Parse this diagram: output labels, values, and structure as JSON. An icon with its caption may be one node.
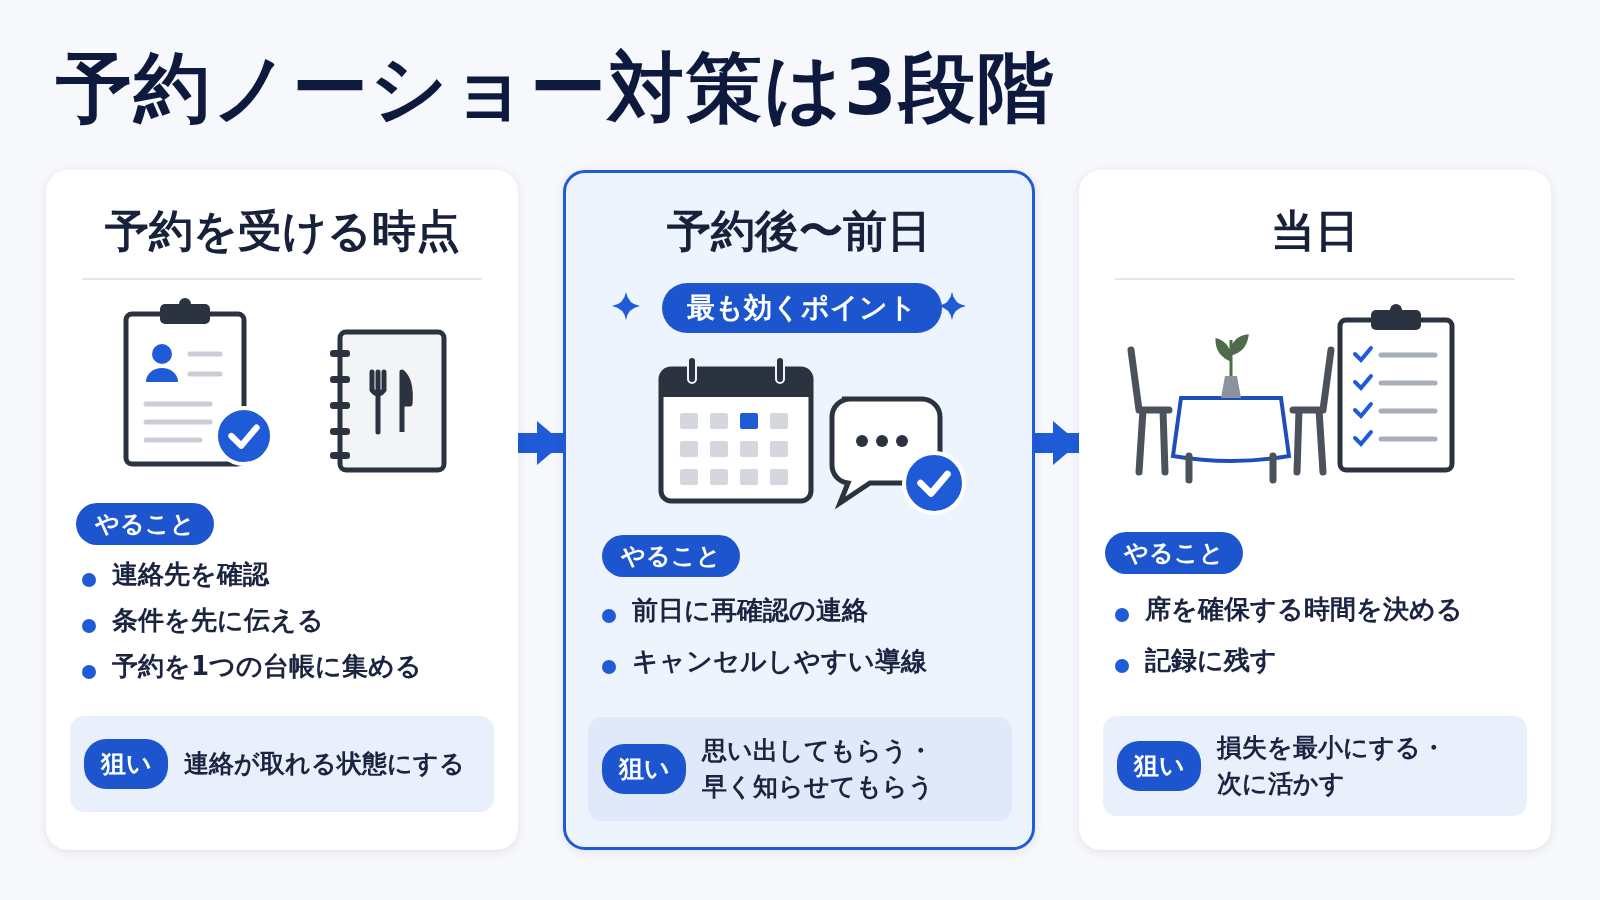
{
  "diagram": {
    "title": "予約ノーショー対策は3段階",
    "nodes": [
      {
        "text": [
          "予約を受ける時点",
          "連絡先を確認",
          "条件を先に伝える",
          "予約を1つの台帳に集める"
        ]
      },
      {
        "text": [
          "やること"
        ],
        "in": 0
      },
      {
        "text": [
          "狙い",
          "連絡が取れる状態にする"
        ],
        "in": 0
      },
      {
        "text": [
          "予約後〜前日",
          "前日に再確認の連絡",
          "キャンセルしやすい導線"
        ]
      },
      {
        "text": [
          "最も効くポイント"
        ],
        "in": 3
      },
      {
        "text": [
          "やること"
        ],
        "in": 3
      },
      {
        "text": [
          "狙い",
          "思い出してもらう・早く知らせてもらう"
        ],
        "in": 3
      },
      {
        "text": [
          "当日",
          "席を確保する時間を決める",
          "記録に残す"
        ]
      },
      {
        "text": [
          "やること"
        ],
        "in": 7
      },
      {
        "text": [
          "狙い",
          "損失を最小にする・次に活かす"
        ],
        "in": 7
      }
    ],
    "edges": [
      {
        "from": 0,
        "to": 3,
        "arrow": "to"
      },
      {
        "from": 3,
        "to": 7,
        "arrow": "to"
      }
    ]
  }
}
